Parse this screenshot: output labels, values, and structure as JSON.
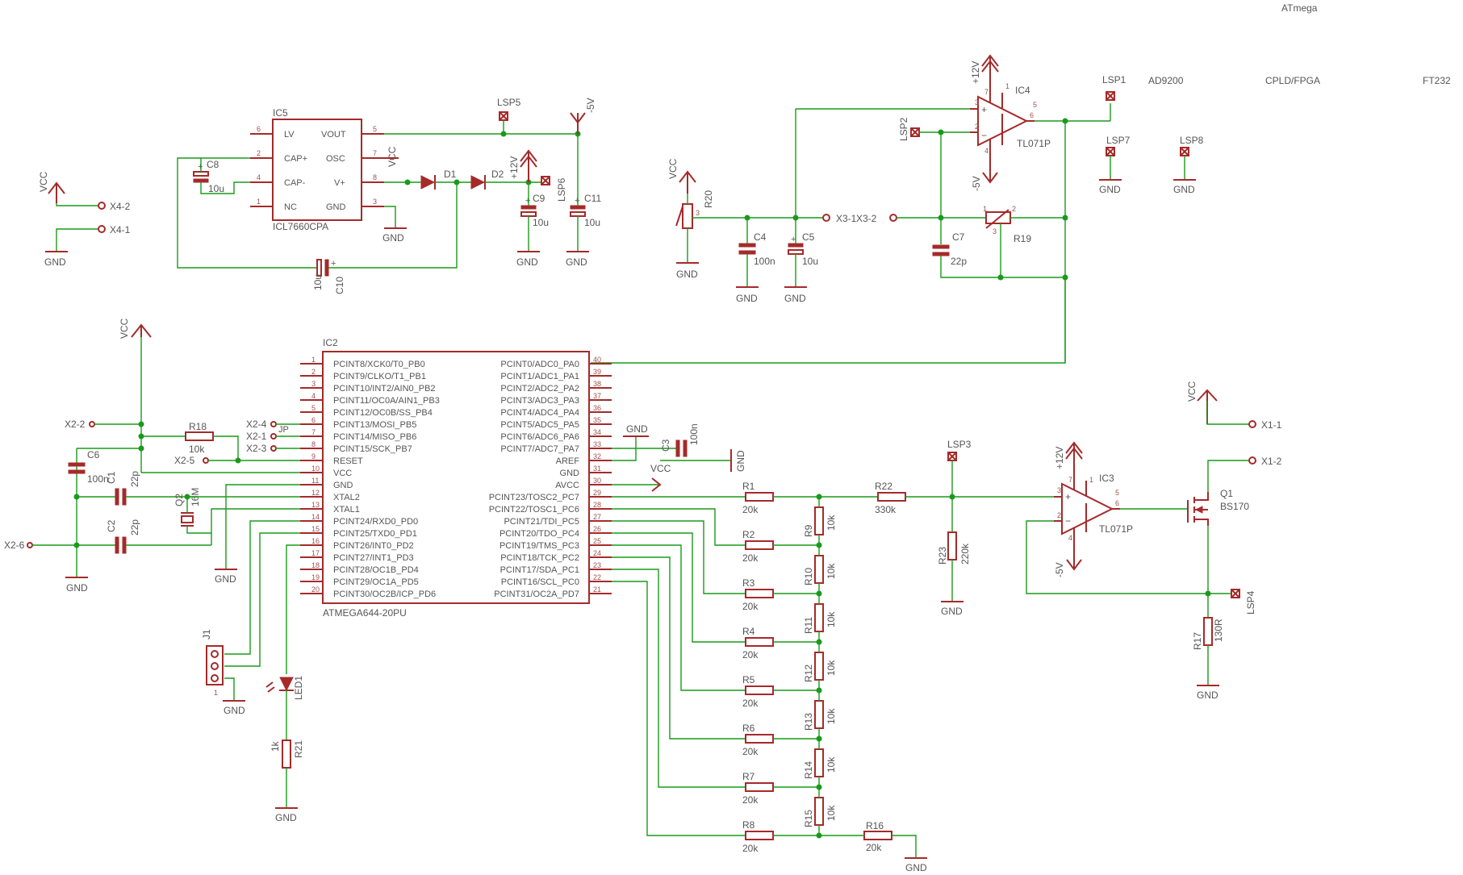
{
  "colors": {
    "part": "#a52a2a",
    "wire": "#1a9a1a",
    "text": "#555555",
    "background": "#ffffff"
  },
  "sheet": {
    "notes": [
      "ATmega",
      "AD9200",
      "CPLD/FPGA",
      "FT232"
    ]
  },
  "supplies": {
    "vcc": "VCC",
    "gnd": "GND",
    "p12": "+12V",
    "m5": "-5V"
  },
  "ic5": {
    "ref": "IC5",
    "value": "ICL7660CPA",
    "pins": {
      "lv": "LV",
      "capp": "CAP+",
      "capm": "CAP-",
      "nc": "NC",
      "vout": "VOUT",
      "osc": "OSC",
      "vp": "V+",
      "gnd": "GND"
    },
    "pinnums": {
      "lv": "6",
      "capp": "2",
      "capm": "4",
      "nc": "1",
      "vout": "5",
      "osc": "7",
      "vp": "8",
      "gnd": "3"
    }
  },
  "ic4": {
    "ref": "IC4",
    "value": "TL071P",
    "pins": {
      "7": "7",
      "3": "3",
      "2": "2",
      "4": "4",
      "5": "5",
      "1": "1",
      "6": "6"
    }
  },
  "ic3": {
    "ref": "IC3",
    "value": "TL071P",
    "pins": {
      "7": "7",
      "3": "3",
      "2": "2",
      "4": "4",
      "5": "5",
      "1": "1",
      "6": "6"
    }
  },
  "ic2": {
    "ref": "IC2",
    "value": "ATMEGA644-20PU",
    "left": [
      {
        "n": "1",
        "name": "PCINT8/XCK0/T0_PB0"
      },
      {
        "n": "2",
        "name": "PCINT9/CLKO/T1_PB1"
      },
      {
        "n": "3",
        "name": "PCINT10/INT2/AIN0_PB2"
      },
      {
        "n": "4",
        "name": "PCINT11/OC0A/AIN1_PB3"
      },
      {
        "n": "5",
        "name": "PCINT12/OC0B/SS_PB4"
      },
      {
        "n": "6",
        "name": "PCINT13/MOSI_PB5"
      },
      {
        "n": "7",
        "name": "PCINT14/MISO_PB6"
      },
      {
        "n": "8",
        "name": "PCINT15/SCK_PB7"
      },
      {
        "n": "9",
        "name": "RESET"
      },
      {
        "n": "10",
        "name": "VCC"
      },
      {
        "n": "11",
        "name": "GND"
      },
      {
        "n": "12",
        "name": "XTAL2"
      },
      {
        "n": "13",
        "name": "XTAL1"
      },
      {
        "n": "14",
        "name": "PCINT24/RXD0_PD0"
      },
      {
        "n": "15",
        "name": "PCINT25/TXD0_PD1"
      },
      {
        "n": "16",
        "name": "PCINT26/INT0_PD2"
      },
      {
        "n": "17",
        "name": "PCINT27/INT1_PD3"
      },
      {
        "n": "18",
        "name": "PCINT28/OC1B_PD4"
      },
      {
        "n": "19",
        "name": "PCINT29/OC1A_PD5"
      },
      {
        "n": "20",
        "name": "PCINT30/OC2B/ICP_PD6"
      }
    ],
    "right": [
      {
        "n": "40",
        "name": "PCINT0/ADC0_PA0"
      },
      {
        "n": "39",
        "name": "PCINT1/ADC1_PA1"
      },
      {
        "n": "38",
        "name": "PCINT2/ADC2_PA2"
      },
      {
        "n": "37",
        "name": "PCINT3/ADC3_PA3"
      },
      {
        "n": "36",
        "name": "PCINT4/ADC4_PA4"
      },
      {
        "n": "35",
        "name": "PCINT5/ADC5_PA5"
      },
      {
        "n": "34",
        "name": "PCINT6/ADC6_PA6"
      },
      {
        "n": "33",
        "name": "PCINT7/ADC7_PA7"
      },
      {
        "n": "32",
        "name": "AREF"
      },
      {
        "n": "31",
        "name": "GND"
      },
      {
        "n": "30",
        "name": "AVCC"
      },
      {
        "n": "29",
        "name": "PCINT23/TOSC2_PC7"
      },
      {
        "n": "28",
        "name": "PCINT22/TOSC1_PC6"
      },
      {
        "n": "27",
        "name": "PCINT21/TDI_PC5"
      },
      {
        "n": "26",
        "name": "PCINT20/TDO_PC4"
      },
      {
        "n": "25",
        "name": "PCINT19/TMS_PC3"
      },
      {
        "n": "24",
        "name": "PCINT18/TCK_PC2"
      },
      {
        "n": "23",
        "name": "PCINT17/SDA_PC1"
      },
      {
        "n": "22",
        "name": "PCINT16/SCL_PC0"
      },
      {
        "n": "21",
        "name": "PCINT31/OC2A_PD7"
      }
    ]
  },
  "parts": {
    "c8": {
      "ref": "C8",
      "value": "10u"
    },
    "c10": {
      "ref": "C10",
      "value": "10u"
    },
    "c9": {
      "ref": "C9",
      "value": "10u"
    },
    "c11": {
      "ref": "C11",
      "value": "10u"
    },
    "c4": {
      "ref": "C4",
      "value": "100n"
    },
    "c5": {
      "ref": "C5",
      "value": "10u"
    },
    "c7": {
      "ref": "C7",
      "value": "22p"
    },
    "c6": {
      "ref": "C6",
      "value": "100n"
    },
    "c1": {
      "ref": "C1",
      "value": "22p"
    },
    "c2": {
      "ref": "C2",
      "value": "22p"
    },
    "c3": {
      "ref": "C3",
      "value": "100n"
    },
    "d1": {
      "ref": "D1"
    },
    "d2": {
      "ref": "D2"
    },
    "r20": {
      "ref": "R20"
    },
    "r19": {
      "ref": "R19"
    },
    "r18": {
      "ref": "R18",
      "value": "10k"
    },
    "q2": {
      "ref": "Q2",
      "value": "16M"
    },
    "r22": {
      "ref": "R22",
      "value": "330k"
    },
    "r23": {
      "ref": "R23",
      "value": "220k"
    },
    "r17": {
      "ref": "R17",
      "value": "130R"
    },
    "q1": {
      "ref": "Q1",
      "value": "BS170"
    },
    "r21": {
      "ref": "R21",
      "value": "1k"
    },
    "led1": {
      "ref": "LED1"
    },
    "j1": {
      "ref": "J1"
    },
    "jp": {
      "ref": "JP"
    },
    "r16": {
      "ref": "R16",
      "value": "20k"
    }
  },
  "ladder_r": [
    {
      "ref": "R1",
      "value": "20k"
    },
    {
      "ref": "R2",
      "value": "20k"
    },
    {
      "ref": "R3",
      "value": "20k"
    },
    {
      "ref": "R4",
      "value": "20k"
    },
    {
      "ref": "R5",
      "value": "20k"
    },
    {
      "ref": "R6",
      "value": "20k"
    },
    {
      "ref": "R7",
      "value": "20k"
    },
    {
      "ref": "R8",
      "value": "20k"
    }
  ],
  "ladder_v": [
    {
      "ref": "R9",
      "value": "10k"
    },
    {
      "ref": "R10",
      "value": "10k"
    },
    {
      "ref": "R11",
      "value": "10k"
    },
    {
      "ref": "R12",
      "value": "10k"
    },
    {
      "ref": "R13",
      "value": "10k"
    },
    {
      "ref": "R14",
      "value": "10k"
    },
    {
      "ref": "R15",
      "value": "10k"
    }
  ],
  "connectors": {
    "x4_2": "X4-2",
    "x4_1": "X4-1",
    "x3_1": "X3-1",
    "x3_2": "X3-2",
    "x2_2": "X2-2",
    "x2_5": "X2-5",
    "x2_4": "X2-4",
    "x2_1": "X2-1",
    "x2_3": "X2-3",
    "x2_6": "X2-6",
    "x1_1": "X1-1",
    "x1_2": "X1-2"
  },
  "testpoints": {
    "lsp1": "LSP1",
    "lsp2": "LSP2",
    "lsp3": "LSP3",
    "lsp4": "LSP4",
    "lsp5": "LSP5",
    "lsp6": "LSP6",
    "lsp7": "LSP7",
    "lsp8": "LSP8"
  }
}
